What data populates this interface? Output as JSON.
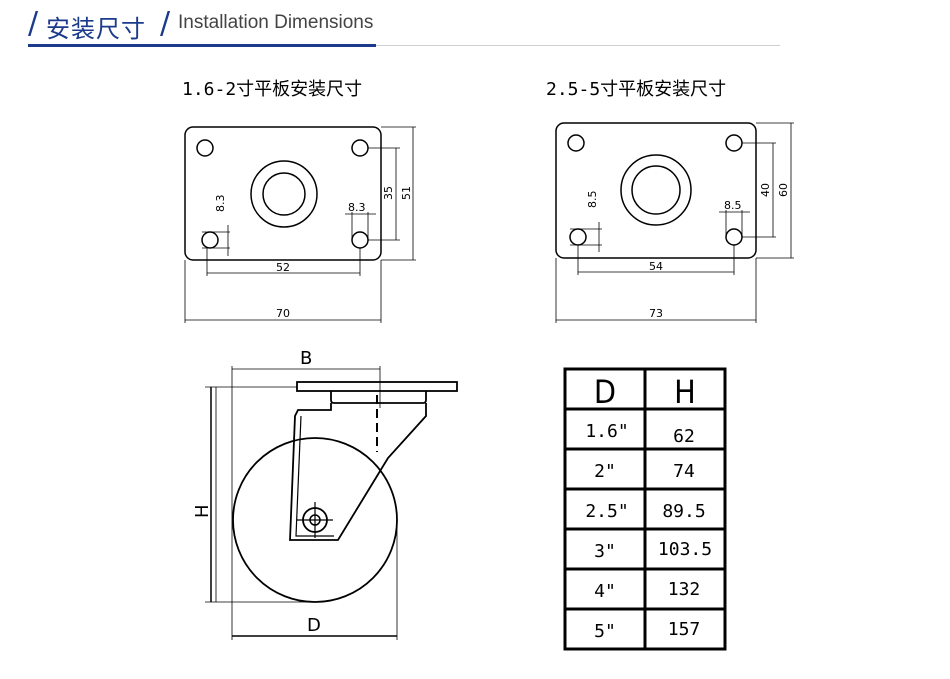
{
  "header": {
    "slash": "/",
    "title_cn": "安装尺寸",
    "slash2": "/",
    "title_en": "Installation Dimensions"
  },
  "plate1": {
    "caption": "1.6-2寸平板安装尺寸",
    "dim_hole": "8.3",
    "dim_hole2": "8.3",
    "dim_h_inner": "35",
    "dim_h_outer": "51",
    "dim_w_inner": "52",
    "dim_w_outer": "70"
  },
  "plate2": {
    "caption": "2.5-5寸平板安装尺寸",
    "dim_hole": "8.5",
    "dim_hole2": "8.5",
    "dim_h_inner": "40",
    "dim_h_outer": "60",
    "dim_w_inner": "54",
    "dim_w_outer": "73"
  },
  "caster": {
    "label_b": "B",
    "label_h": "H",
    "label_d": "D"
  },
  "table": {
    "headers": [
      "D",
      "H"
    ],
    "rows": [
      [
        "1.6\"",
        "62"
      ],
      [
        "2\"",
        "74"
      ],
      [
        "2.5\"",
        "89.5"
      ],
      [
        "3\"",
        "103.5"
      ],
      [
        "4\"",
        "132"
      ],
      [
        "5\"",
        "157"
      ]
    ]
  }
}
